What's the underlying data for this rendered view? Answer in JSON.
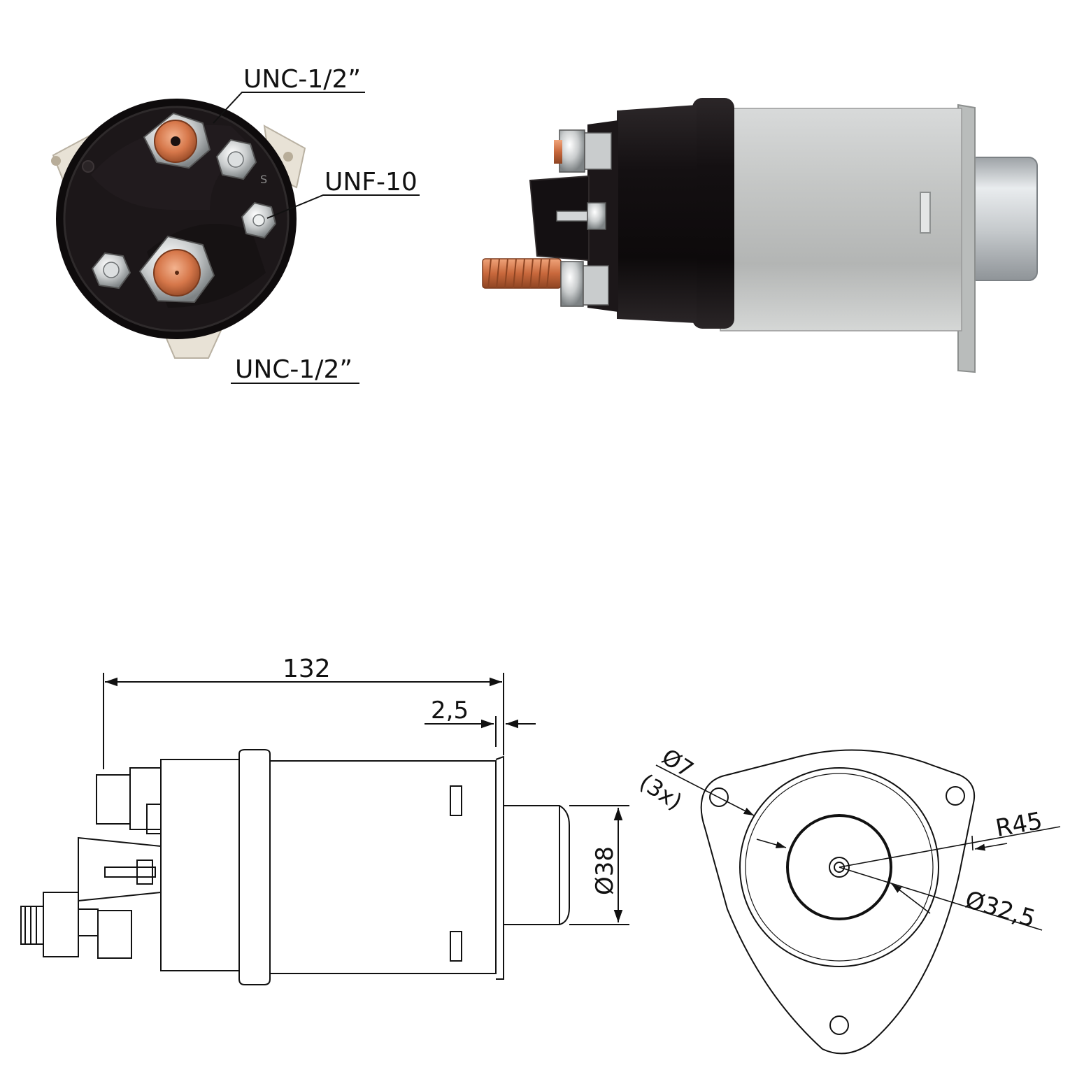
{
  "callouts": {
    "terminal_top": "UNC-1/2”",
    "terminal_control": "UNF-10",
    "terminal_bottom": "UNC-1/2”"
  },
  "dimensions": {
    "overall_length": "132",
    "flange_thickness": "2,5",
    "plunger_diameter": "Ø38",
    "hole_diameter": "Ø7",
    "hole_count": "(3x)",
    "radius": "R45",
    "body_diameter": "Ø32,5"
  },
  "photo_marks": {
    "terminal_letter": "S"
  },
  "colors": {
    "housing_black": "#141012",
    "copper": "#d97a4c",
    "steel": "#c9cccd",
    "silver_body": "#bfc2c2",
    "line": "#111111"
  }
}
